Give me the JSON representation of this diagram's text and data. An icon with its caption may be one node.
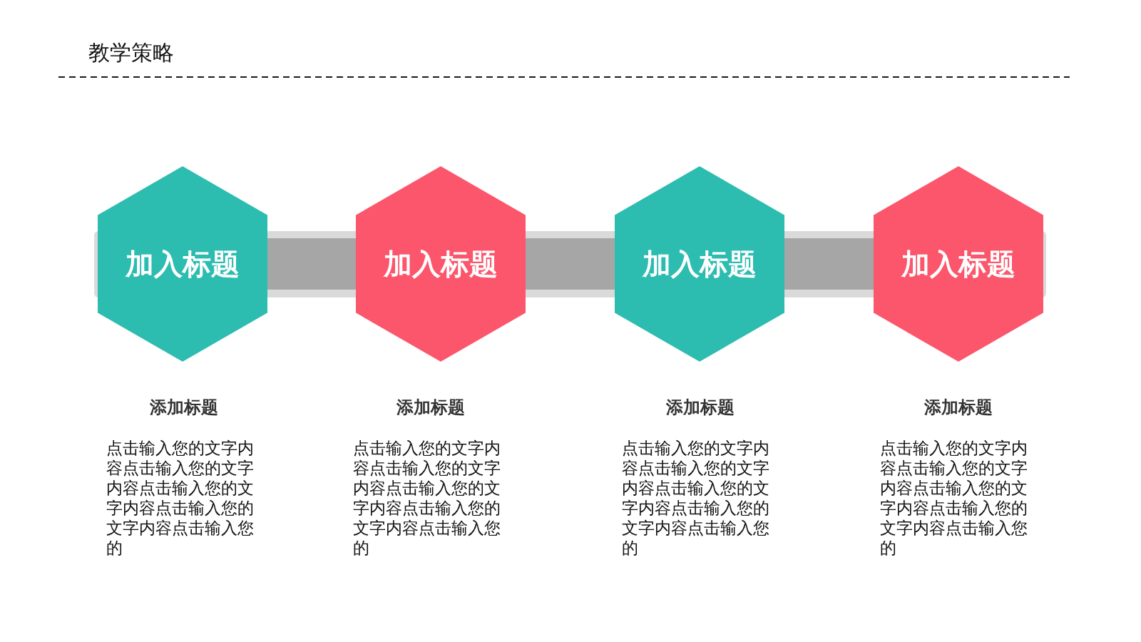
{
  "diagram": {
    "title": "教学策略",
    "nodes": [
      {
        "text": [
          "加入标题"
        ],
        "beside": [
          "添加标题",
          "点击输入您的文字内容点击输入您的文字内容点击输入您的文字内容点击输入您的文字内容点击输入您的"
        ]
      },
      {
        "text": [
          "加入标题"
        ],
        "beside": [
          "添加标题",
          "点击输入您的文字内容点击输入您的文字内容点击输入您的文字内容点击输入您的文字内容点击输入您的"
        ]
      },
      {
        "text": [
          "加入标题"
        ],
        "beside": [
          "添加标题",
          "点击输入您的文字内容点击输入您的文字内容点击输入您的文字内容点击输入您的文字内容点击输入您的"
        ]
      },
      {
        "text": [
          "加入标题"
        ],
        "beside": [
          "添加标题",
          "点击输入您的文字内容点击输入您的文字内容点击输入您的文字内容点击输入您的文字内容点击输入您的"
        ]
      }
    ],
    "edges": [
      {
        "from": 0,
        "to": 1,
        "arrow": "none"
      },
      {
        "from": 1,
        "to": 2,
        "arrow": "none"
      },
      {
        "from": 2,
        "to": 3,
        "arrow": "none"
      }
    ]
  }
}
